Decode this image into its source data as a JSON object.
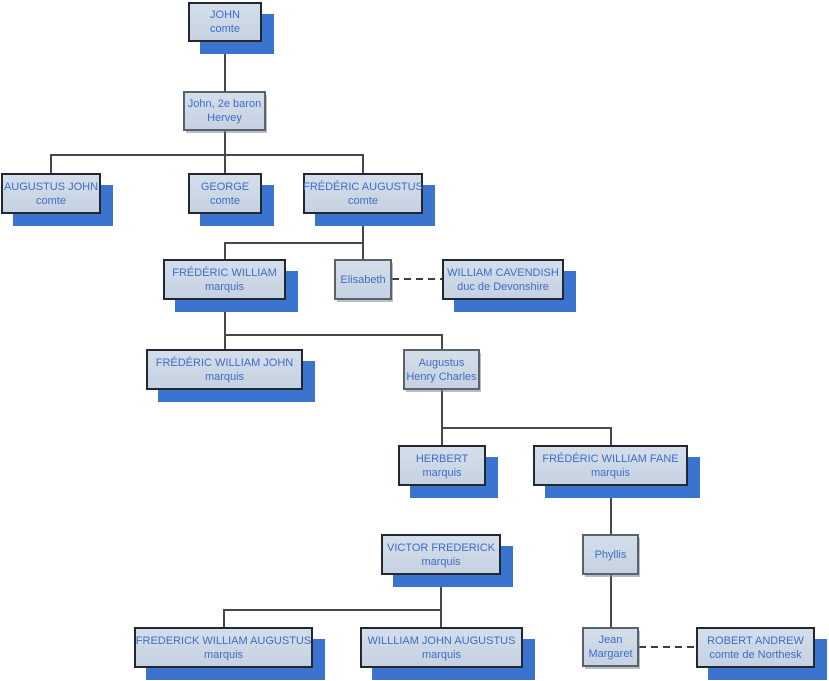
{
  "diagram_type": "family-tree-org-chart",
  "colors": {
    "background": "#ffffff",
    "node_fill": "#ccd8e7",
    "node_border_dark": "#232730",
    "node_border_light": "#5a626c",
    "node_shadow_blue": "#3b74ce",
    "text_blue": "#3f6cc7",
    "connector_line": "#484848"
  },
  "nodes": [
    {
      "line1": "JOHN",
      "line2": "comte"
    },
    {
      "line1": "John, 2e baron",
      "line2": "Hervey"
    },
    {
      "line1": "AUGUSTUS JOHN",
      "line2": "comte"
    },
    {
      "line1": "GEORGE",
      "line2": "comte"
    },
    {
      "line1": "FRÉDÉRIC AUGUSTUS",
      "line2": "comte"
    },
    {
      "line1": "FRÉDÉRIC WILLIAM",
      "line2": "marquis"
    },
    {
      "line1": "Elisabeth",
      "line2": ""
    },
    {
      "line1": "WILLIAM CAVENDISH",
      "line2": "duc de Devonshire"
    },
    {
      "line1": "FRÉDÉRIC WILLIAM JOHN",
      "line2": "marquis"
    },
    {
      "line1": "Augustus",
      "line2": "Henry Charles"
    },
    {
      "line1": "HERBERT",
      "line2": "marquis"
    },
    {
      "line1": "FRÉDÉRIC WILLIAM FANE",
      "line2": "marquis"
    },
    {
      "line1": "VICTOR FREDERICK",
      "line2": "marquis"
    },
    {
      "line1": "Phyllis",
      "line2": ""
    },
    {
      "line1": "FREDERICK WILLIAM AUGUSTUS",
      "line2": "marquis"
    },
    {
      "line1": "WILLLIAM JOHN AUGUSTUS",
      "line2": "marquis"
    },
    {
      "line1": "Jean",
      "line2": "Margaret"
    },
    {
      "line1": "ROBERT ANDREW",
      "line2": "comte de Northesk"
    }
  ],
  "edges": [
    {
      "from": "JOHN comte",
      "to": "John, 2e baron Hervey",
      "type": "descent",
      "style": "solid"
    },
    {
      "from": "John, 2e baron Hervey",
      "to": "AUGUSTUS JOHN comte",
      "type": "descent",
      "style": "solid"
    },
    {
      "from": "John, 2e baron Hervey",
      "to": "GEORGE comte",
      "type": "descent",
      "style": "solid"
    },
    {
      "from": "John, 2e baron Hervey",
      "to": "FRÉDÉRIC AUGUSTUS comte",
      "type": "descent",
      "style": "solid"
    },
    {
      "from": "FRÉDÉRIC AUGUSTUS comte",
      "to": "FRÉDÉRIC WILLIAM marquis",
      "type": "descent",
      "style": "solid"
    },
    {
      "from": "FRÉDÉRIC AUGUSTUS comte",
      "to": "Elisabeth",
      "type": "descent",
      "style": "solid"
    },
    {
      "from": "Elisabeth",
      "to": "WILLIAM CAVENDISH duc de Devonshire",
      "type": "marriage",
      "style": "dashed"
    },
    {
      "from": "FRÉDÉRIC WILLIAM marquis",
      "to": "FRÉDÉRIC WILLIAM JOHN marquis",
      "type": "descent",
      "style": "solid"
    },
    {
      "from": "FRÉDÉRIC WILLIAM marquis",
      "to": "Augustus Henry Charles",
      "type": "descent",
      "style": "solid"
    },
    {
      "from": "Augustus Henry Charles",
      "to": "HERBERT marquis",
      "type": "descent",
      "style": "solid"
    },
    {
      "from": "Augustus Henry Charles",
      "to": "FRÉDÉRIC WILLIAM FANE marquis",
      "type": "descent",
      "style": "solid"
    },
    {
      "from": "FRÉDÉRIC WILLIAM FANE marquis",
      "to": "Phyllis",
      "type": "descent",
      "style": "solid"
    },
    {
      "from": "Phyllis",
      "to": "Jean Margaret",
      "type": "descent",
      "style": "solid"
    },
    {
      "from": "VICTOR FREDERICK marquis",
      "to": "FREDERICK WILLIAM AUGUSTUS marquis",
      "type": "descent",
      "style": "solid"
    },
    {
      "from": "VICTOR FREDERICK marquis",
      "to": "WILLLIAM JOHN AUGUSTUS marquis",
      "type": "descent",
      "style": "solid"
    },
    {
      "from": "Jean Margaret",
      "to": "ROBERT ANDREW comte de Northesk",
      "type": "marriage",
      "style": "dashed"
    }
  ]
}
